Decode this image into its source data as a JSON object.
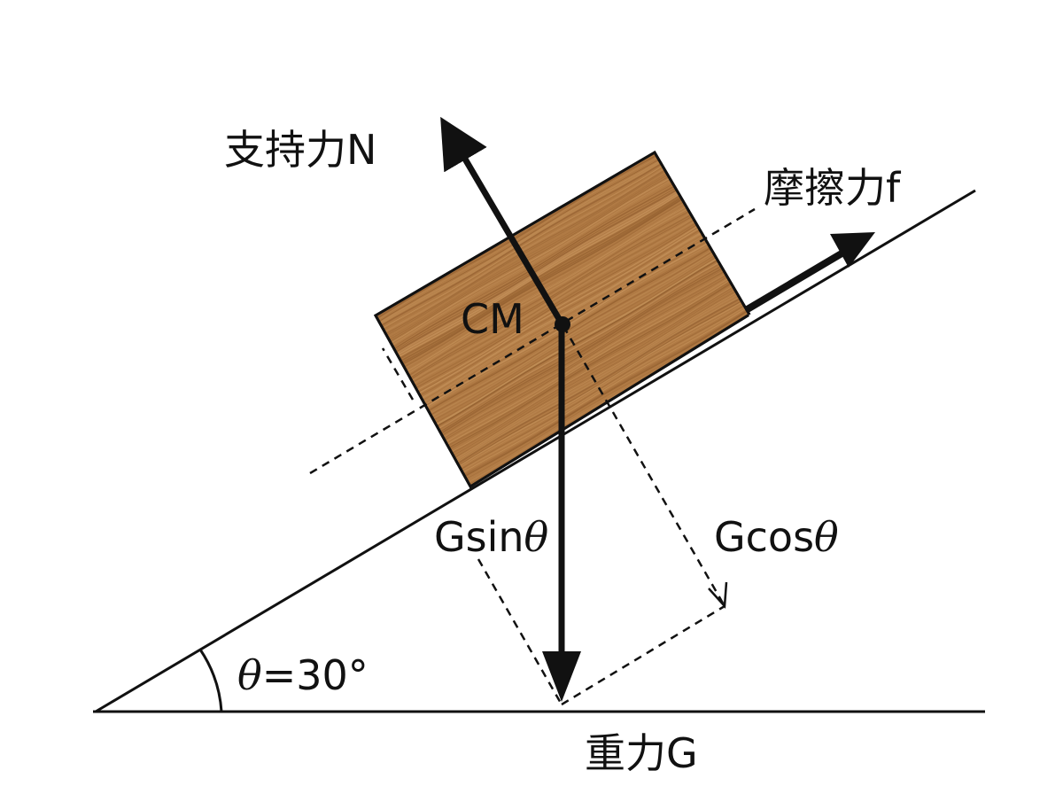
{
  "colors": {
    "line": "#111111",
    "block_base": "#b07a44",
    "block_grain_dark": "#8f5b2c",
    "block_grain_light": "#c9975f",
    "background": "#ffffff"
  },
  "labels": {
    "normal_force": "支持力N",
    "friction": "摩擦力f",
    "center_of_mass": "CM",
    "gravity": "重力G",
    "g_sin_prefix": "Gsin",
    "g_sin_theta": "θ",
    "g_cos_prefix": "Gcos",
    "g_cos_theta": "θ",
    "angle_symbol": "θ",
    "angle_value": "=30°"
  }
}
